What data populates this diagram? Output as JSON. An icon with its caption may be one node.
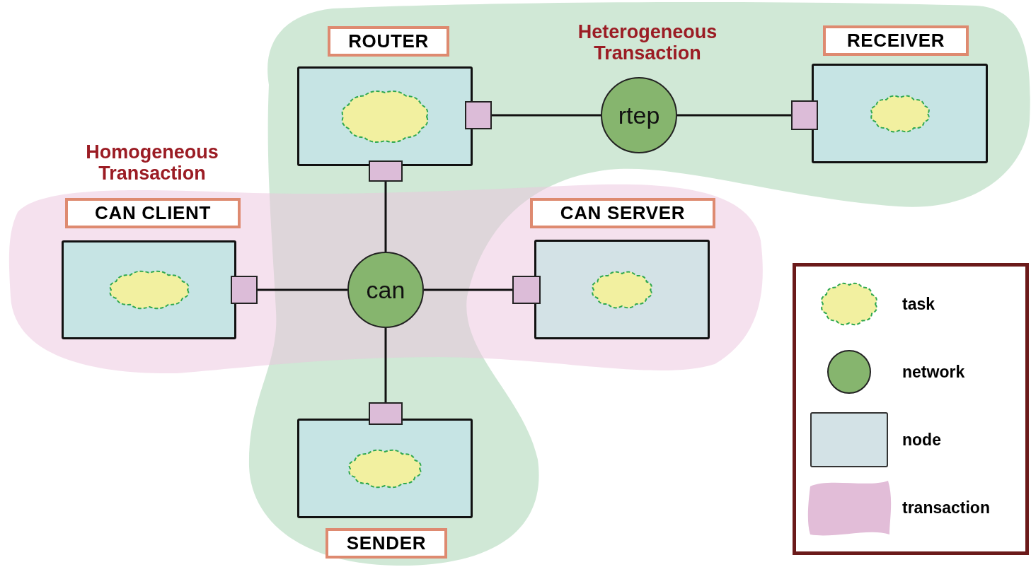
{
  "diagram": {
    "nodes": [
      {
        "text": [
          "Heterogeneous Transaction"
        ]
      },
      {
        "text": [
          "Homogeneous Transaction"
        ]
      },
      {
        "text": [
          "ROUTER"
        ],
        "in": 0
      },
      {
        "text": [
          "rtep"
        ],
        "in": 0
      },
      {
        "text": [
          "RECEIVER"
        ],
        "in": 0
      },
      {
        "text": [
          "CAN CLIENT"
        ],
        "in": 1
      },
      {
        "text": [
          "can"
        ]
      },
      {
        "text": [
          "CAN SERVER"
        ],
        "in": 1
      },
      {
        "text": [
          "SENDER"
        ],
        "in": 0
      }
    ],
    "edges": [
      {
        "from": 3,
        "to": 2,
        "arrow": "none"
      },
      {
        "from": 3,
        "to": 4,
        "arrow": "none"
      },
      {
        "from": 6,
        "to": 2,
        "arrow": "none"
      },
      {
        "from": 6,
        "to": 5,
        "arrow": "none"
      },
      {
        "from": 6,
        "to": 7,
        "arrow": "none"
      },
      {
        "from": 6,
        "to": 8,
        "arrow": "none"
      }
    ],
    "legend": [
      {
        "text": "task"
      },
      {
        "text": "network"
      },
      {
        "text": "node"
      },
      {
        "text": "transaction"
      }
    ]
  }
}
